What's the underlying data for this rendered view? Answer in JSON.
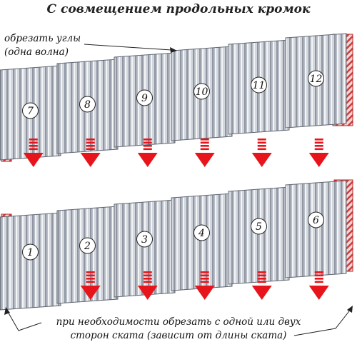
{
  "title": "С совмещением продольных кромок",
  "note_top": [
    "обрезать углы",
    "(одна волна)"
  ],
  "note_bottom": [
    "при необходимости обрезать с одной или двух",
    "сторон ската (зависит от длины ската)"
  ],
  "sheets_top": [
    "7",
    "8",
    "9",
    "10",
    "11",
    "12"
  ],
  "sheets_bottom": [
    "1",
    "2",
    "3",
    "4",
    "5",
    "6"
  ],
  "colors": {
    "arrow": "#e8141b",
    "hatch": "#d13a3a",
    "sheet_light": "#eef0f3",
    "sheet_dark": "#8f96a1"
  }
}
